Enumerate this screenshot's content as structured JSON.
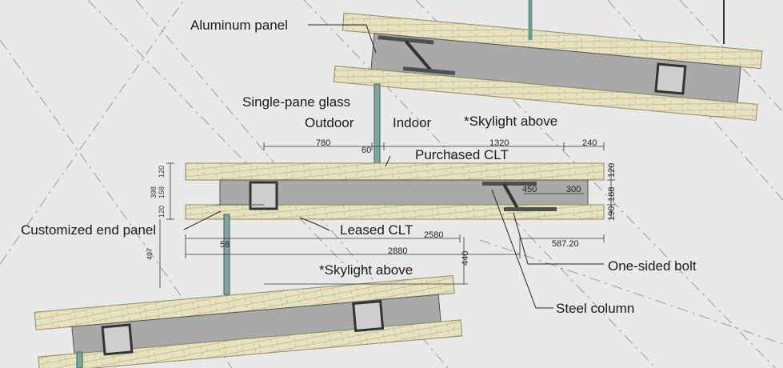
{
  "labels": {
    "aluminum_panel": "Aluminum panel",
    "single_pane_glass": "Single-pane glass",
    "outdoor": "Outdoor",
    "indoor": "Indoor",
    "skylight_above_1": "*Skylight above",
    "purchased_clt": "Purchased CLT",
    "customized_end_panel": "Customized end panel",
    "leased_clt": "Leased CLT",
    "skylight_above_2": "*Skylight above",
    "one_sided_bolt": "One-sided bolt",
    "steel_column": "Steel column"
  },
  "dimensions": {
    "d780": "780",
    "d60": "60",
    "d1320": "1320",
    "d240": "240",
    "d120a": "120",
    "d188": "188",
    "d190": "190",
    "d450": "450",
    "d300": "300",
    "d2580": "2580",
    "d2880": "2880",
    "d58": "58",
    "d587": "587.20",
    "d440": "440",
    "v398": "398",
    "v120a": "120",
    "v158": "158",
    "v120b": "120",
    "v487": "487"
  },
  "colors": {
    "background": "#e9e9e9",
    "clt": "#e7e3c0",
    "clt_line": "#8d8a63",
    "core": "#a9a9a9",
    "steel": "#4f4f4f",
    "glass": "#7fa4a0"
  }
}
